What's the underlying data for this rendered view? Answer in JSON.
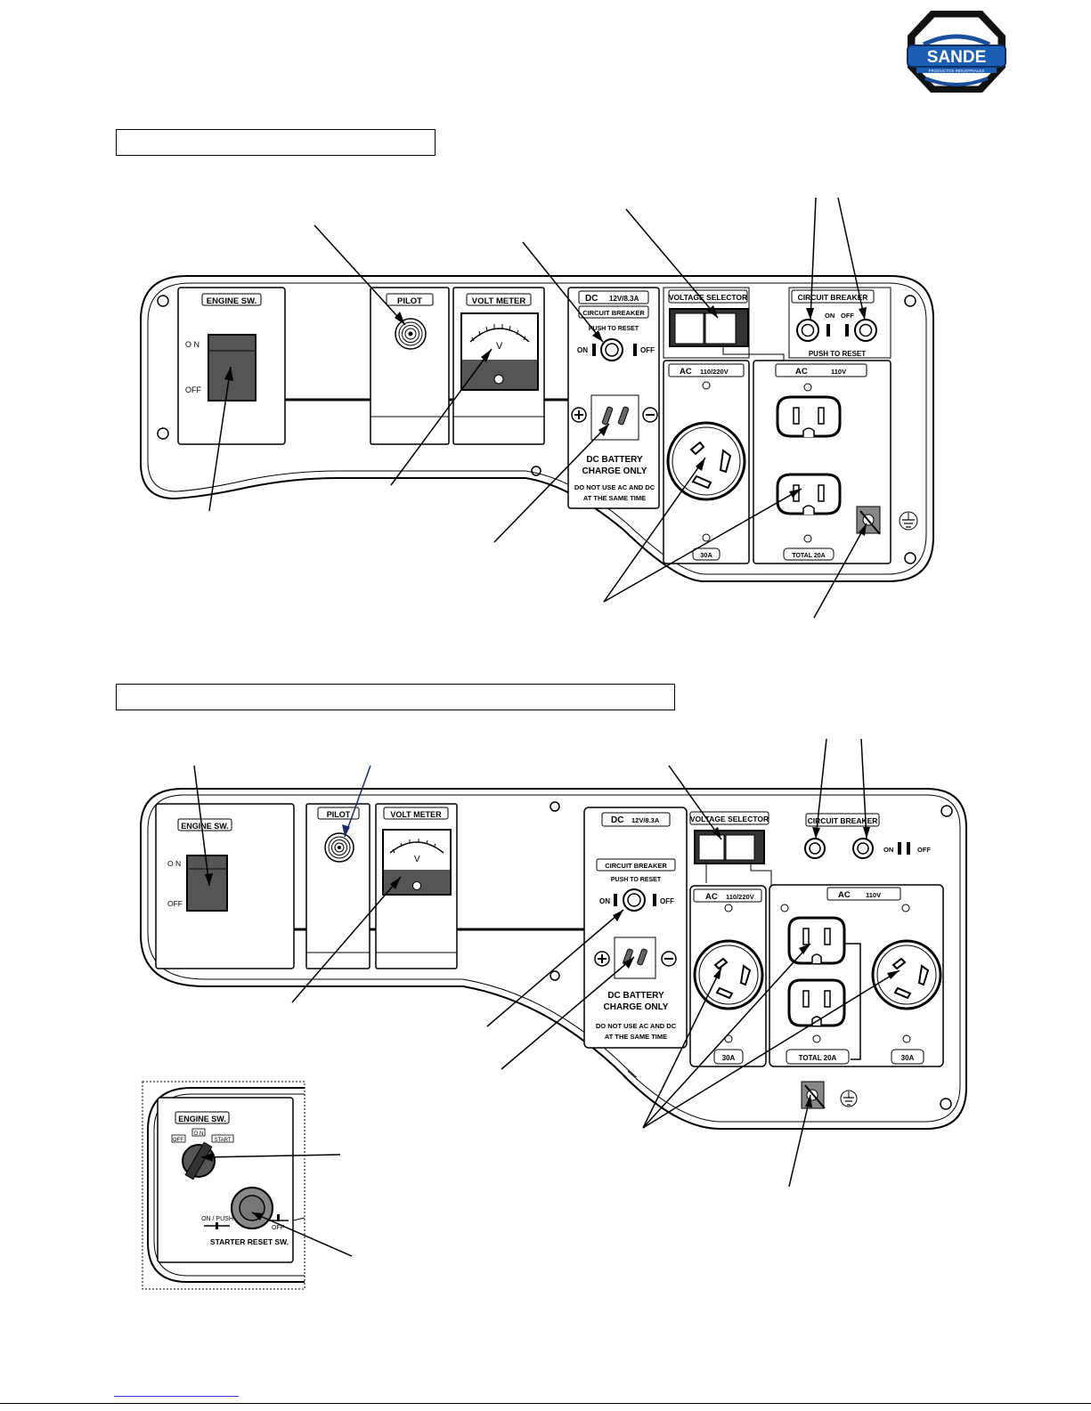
{
  "logo": {
    "brand": "SANDE",
    "tagline": "PRODUCTOS INDUSTRIALES"
  },
  "panel1": {
    "engine_sw": {
      "title": "ENGINE SW.",
      "on": "O N",
      "off": "OFF"
    },
    "pilot": {
      "title": "PILOT"
    },
    "volt_meter": {
      "title": "VOLT METER",
      "unit": "V"
    },
    "dc": {
      "title": "DC",
      "rating": "12V/8.3A",
      "breaker_title": "CIRCUIT BREAKER",
      "push_to_reset": "PUSH TO RESET",
      "on": "ON",
      "off": "OFF",
      "charge_line1": "DC BATTERY",
      "charge_line2": "CHARGE ONLY",
      "warn_line1": "DO NOT USE AC AND DC",
      "warn_line2": "AT THE SAME TIME"
    },
    "voltage_selector": {
      "title": "VOLTAGE SELECTOR"
    },
    "circuit_breaker": {
      "title": "CIRCUIT BREAKER",
      "on": "ON",
      "off": "OFF",
      "push_to_reset": "PUSH TO RESET"
    },
    "ac_left": {
      "title": "AC",
      "voltage": "110/220V",
      "amps": "30A"
    },
    "ac_right": {
      "title": "AC",
      "voltage": "110V",
      "amps": "TOTAL 20A"
    }
  },
  "panel2": {
    "engine_sw": {
      "title": "ENGINE SW.",
      "on": "O N",
      "off": "OFF"
    },
    "pilot": {
      "title": "PILOT"
    },
    "volt_meter": {
      "title": "VOLT METER",
      "unit": "V"
    },
    "dc": {
      "title": "DC",
      "rating": "12V/8.3A",
      "breaker_title": "CIRCUIT BREAKER",
      "push_to_reset": "PUSH TO RESET",
      "on": "ON",
      "off": "OFF",
      "charge_line1": "DC BATTERY",
      "charge_line2": "CHARGE ONLY",
      "warn_line1": "DO NOT USE AC AND DC",
      "warn_line2": "AT THE SAME TIME"
    },
    "voltage_selector": {
      "title": "VOLTAGE SELECTOR"
    },
    "circuit_breaker": {
      "title": "CIRCUIT BREAKER",
      "on": "ON",
      "off": "OFF"
    },
    "ac_left": {
      "title": "AC",
      "voltage": "110/220V",
      "amps": "30A"
    },
    "ac_right": {
      "title": "AC",
      "voltage": "110V",
      "amps_total": "TOTAL 20A",
      "amps_twist": "30A"
    }
  },
  "panel3": {
    "engine_sw": {
      "title": "ENGINE SW.",
      "off": "OFF",
      "on": "O N",
      "start": "START"
    },
    "reset": {
      "on_push": "ON / PUSH",
      "off": "OFF",
      "title": "STARTER RESET SW."
    }
  }
}
